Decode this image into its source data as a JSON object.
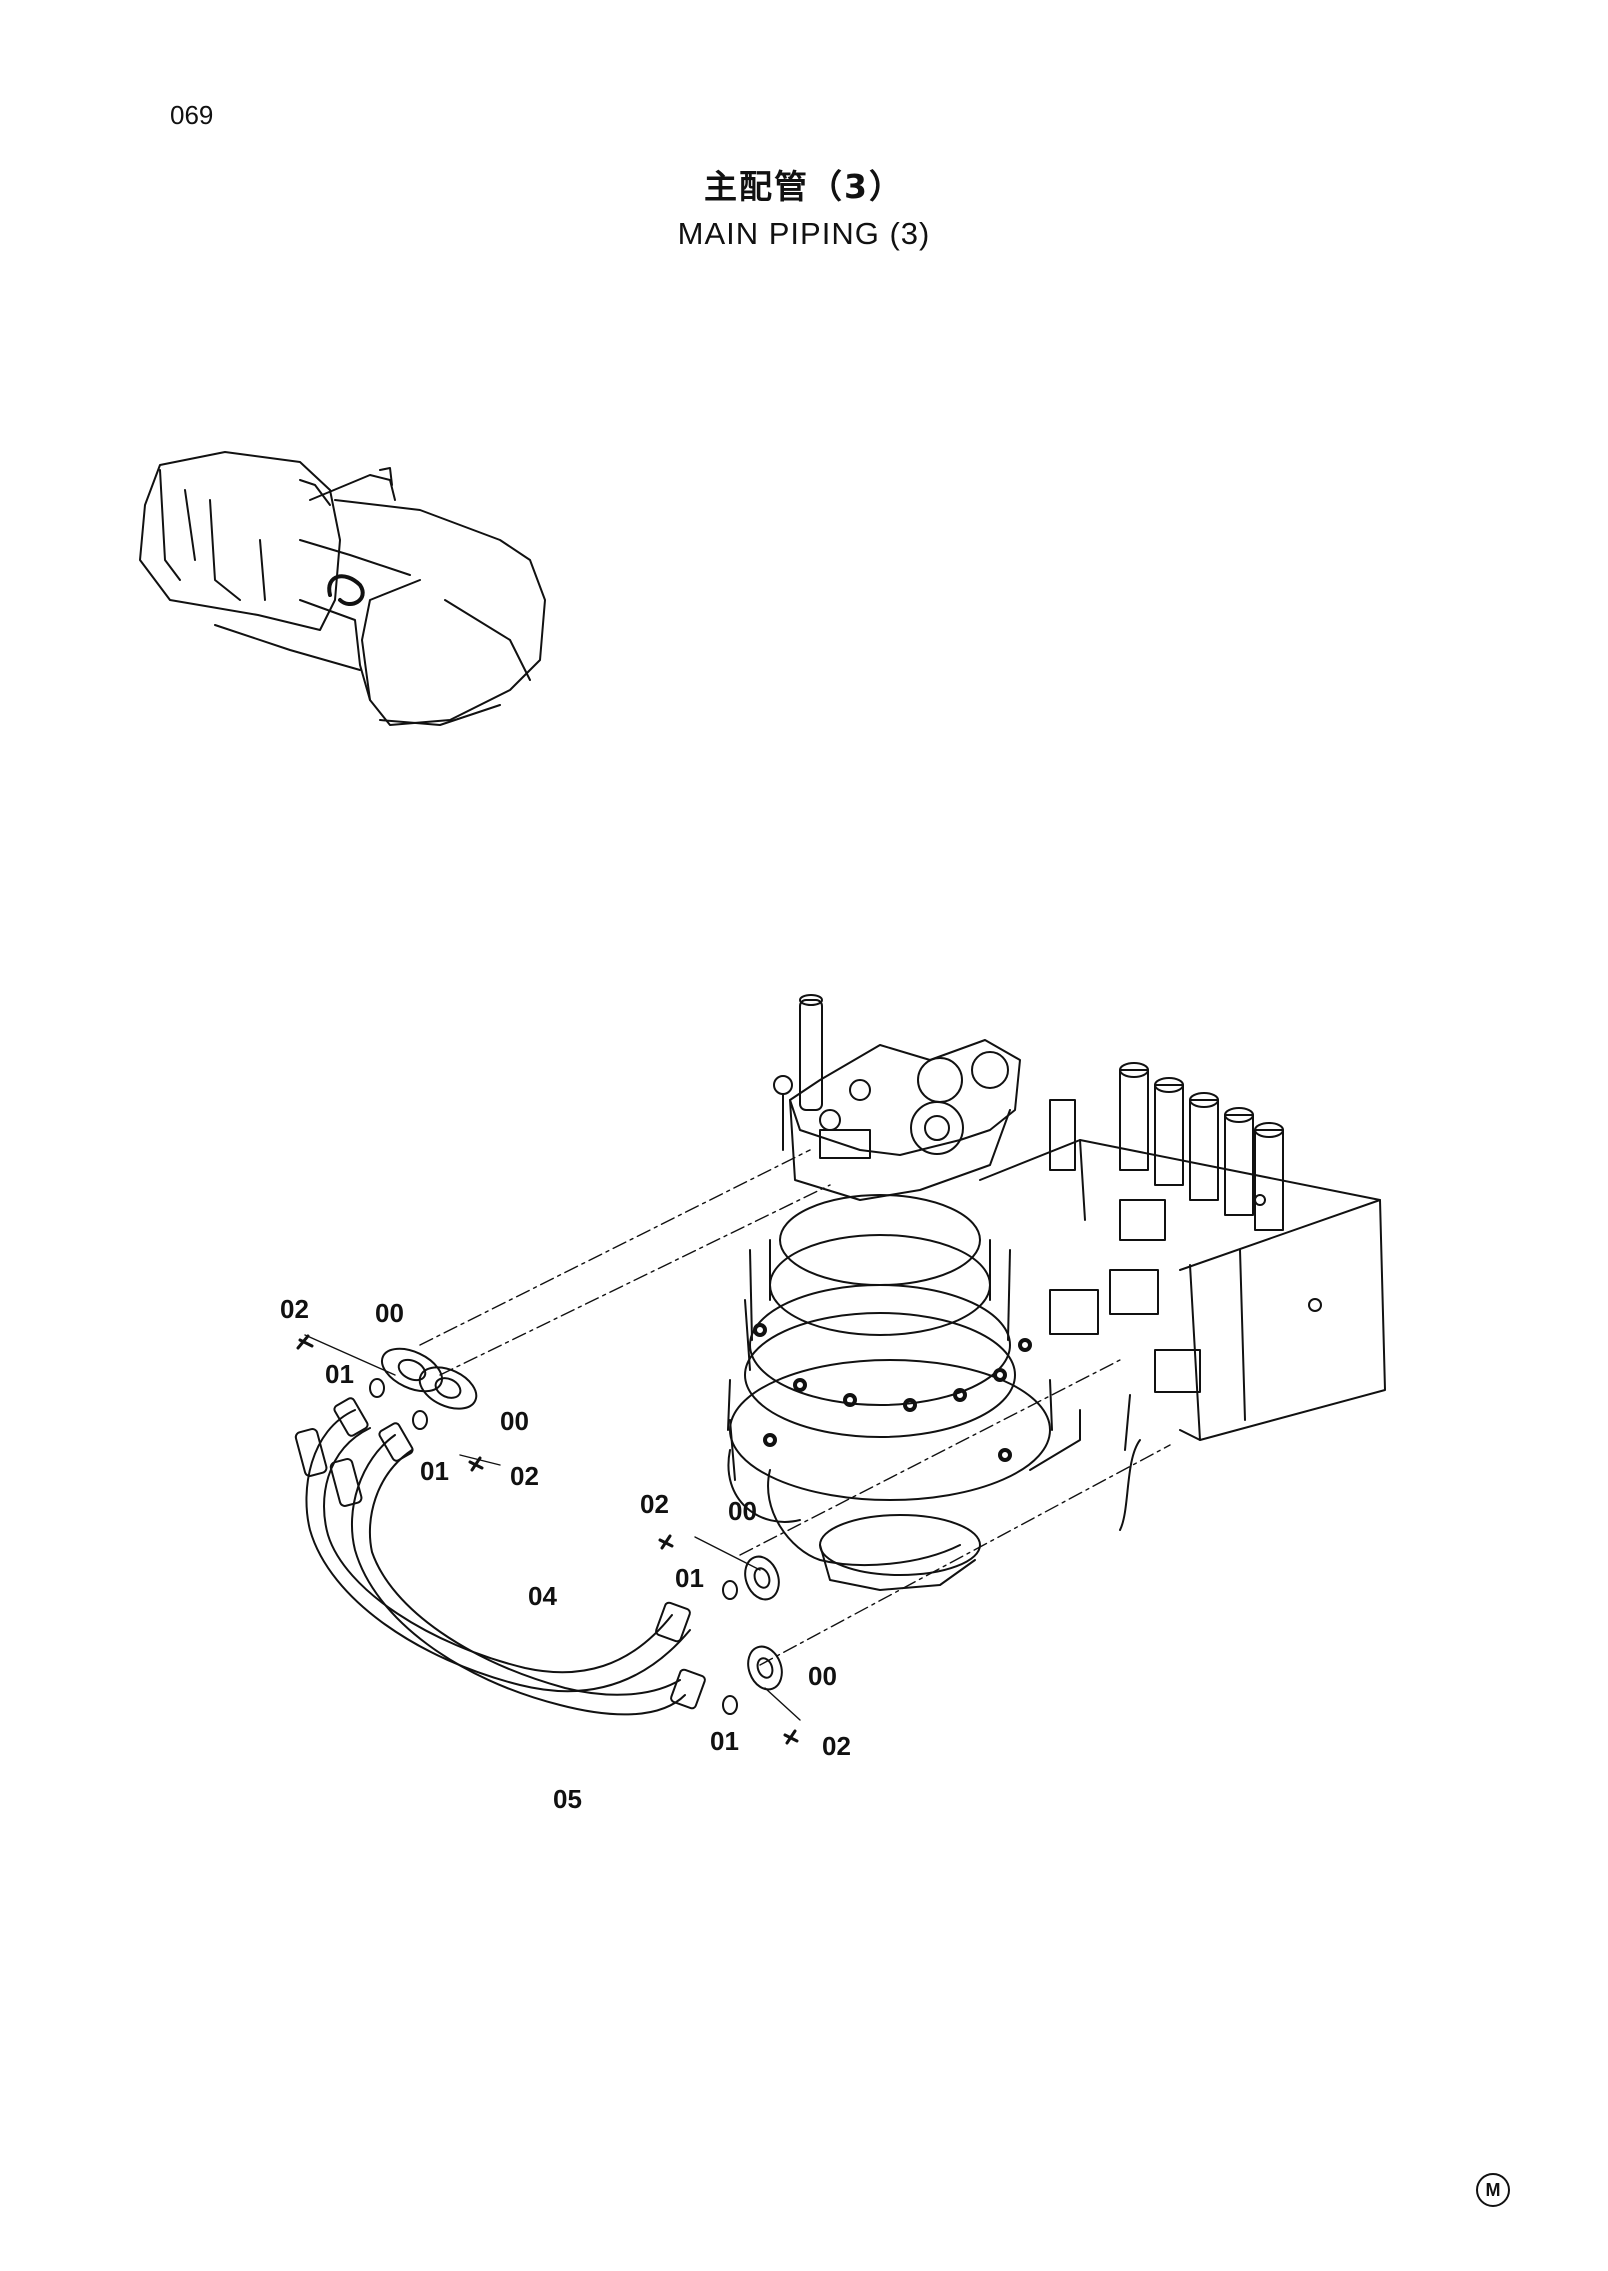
{
  "page_number": "069",
  "title": {
    "japanese": "主配管（3）",
    "english": "MAIN PIPING (3)"
  },
  "callouts": [
    "02",
    "00",
    "01",
    "00",
    "01",
    "02",
    "02",
    "00",
    "01",
    "04",
    "00",
    "01",
    "02",
    "05"
  ],
  "footer_mark": "M",
  "icons": [
    "excavator-overview-icon",
    "swing-motor-icon",
    "control-valve-icon",
    "hose-assembly-icon"
  ]
}
